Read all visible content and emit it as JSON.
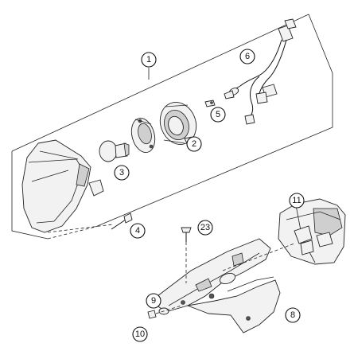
{
  "callouts": {
    "c1": "1",
    "c2": "2",
    "c3": "3",
    "c4": "4",
    "c5": "5",
    "c6": "6",
    "c8": "8",
    "c9": "9",
    "c10": "10",
    "c11": "11",
    "c23": "23"
  }
}
